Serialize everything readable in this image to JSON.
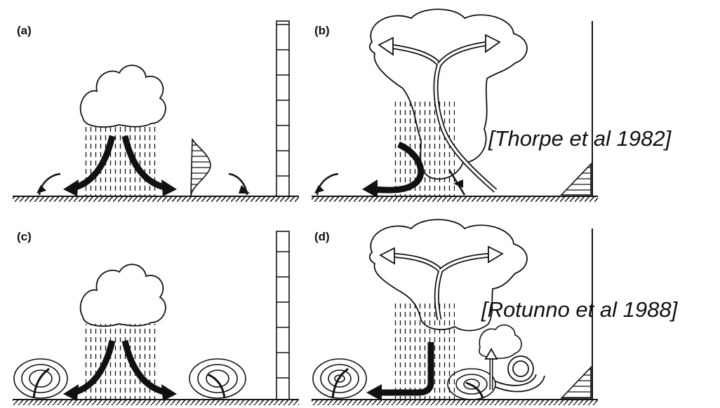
{
  "panels": [
    {
      "id": "a",
      "label": "(a)"
    },
    {
      "id": "b",
      "label": "(b)"
    },
    {
      "id": "c",
      "label": "(c)"
    },
    {
      "id": "d",
      "label": "(d)"
    }
  ],
  "citations": {
    "top": "[Thorpe et al 1982]",
    "bottom": "[Rotunno et al 1988]"
  }
}
